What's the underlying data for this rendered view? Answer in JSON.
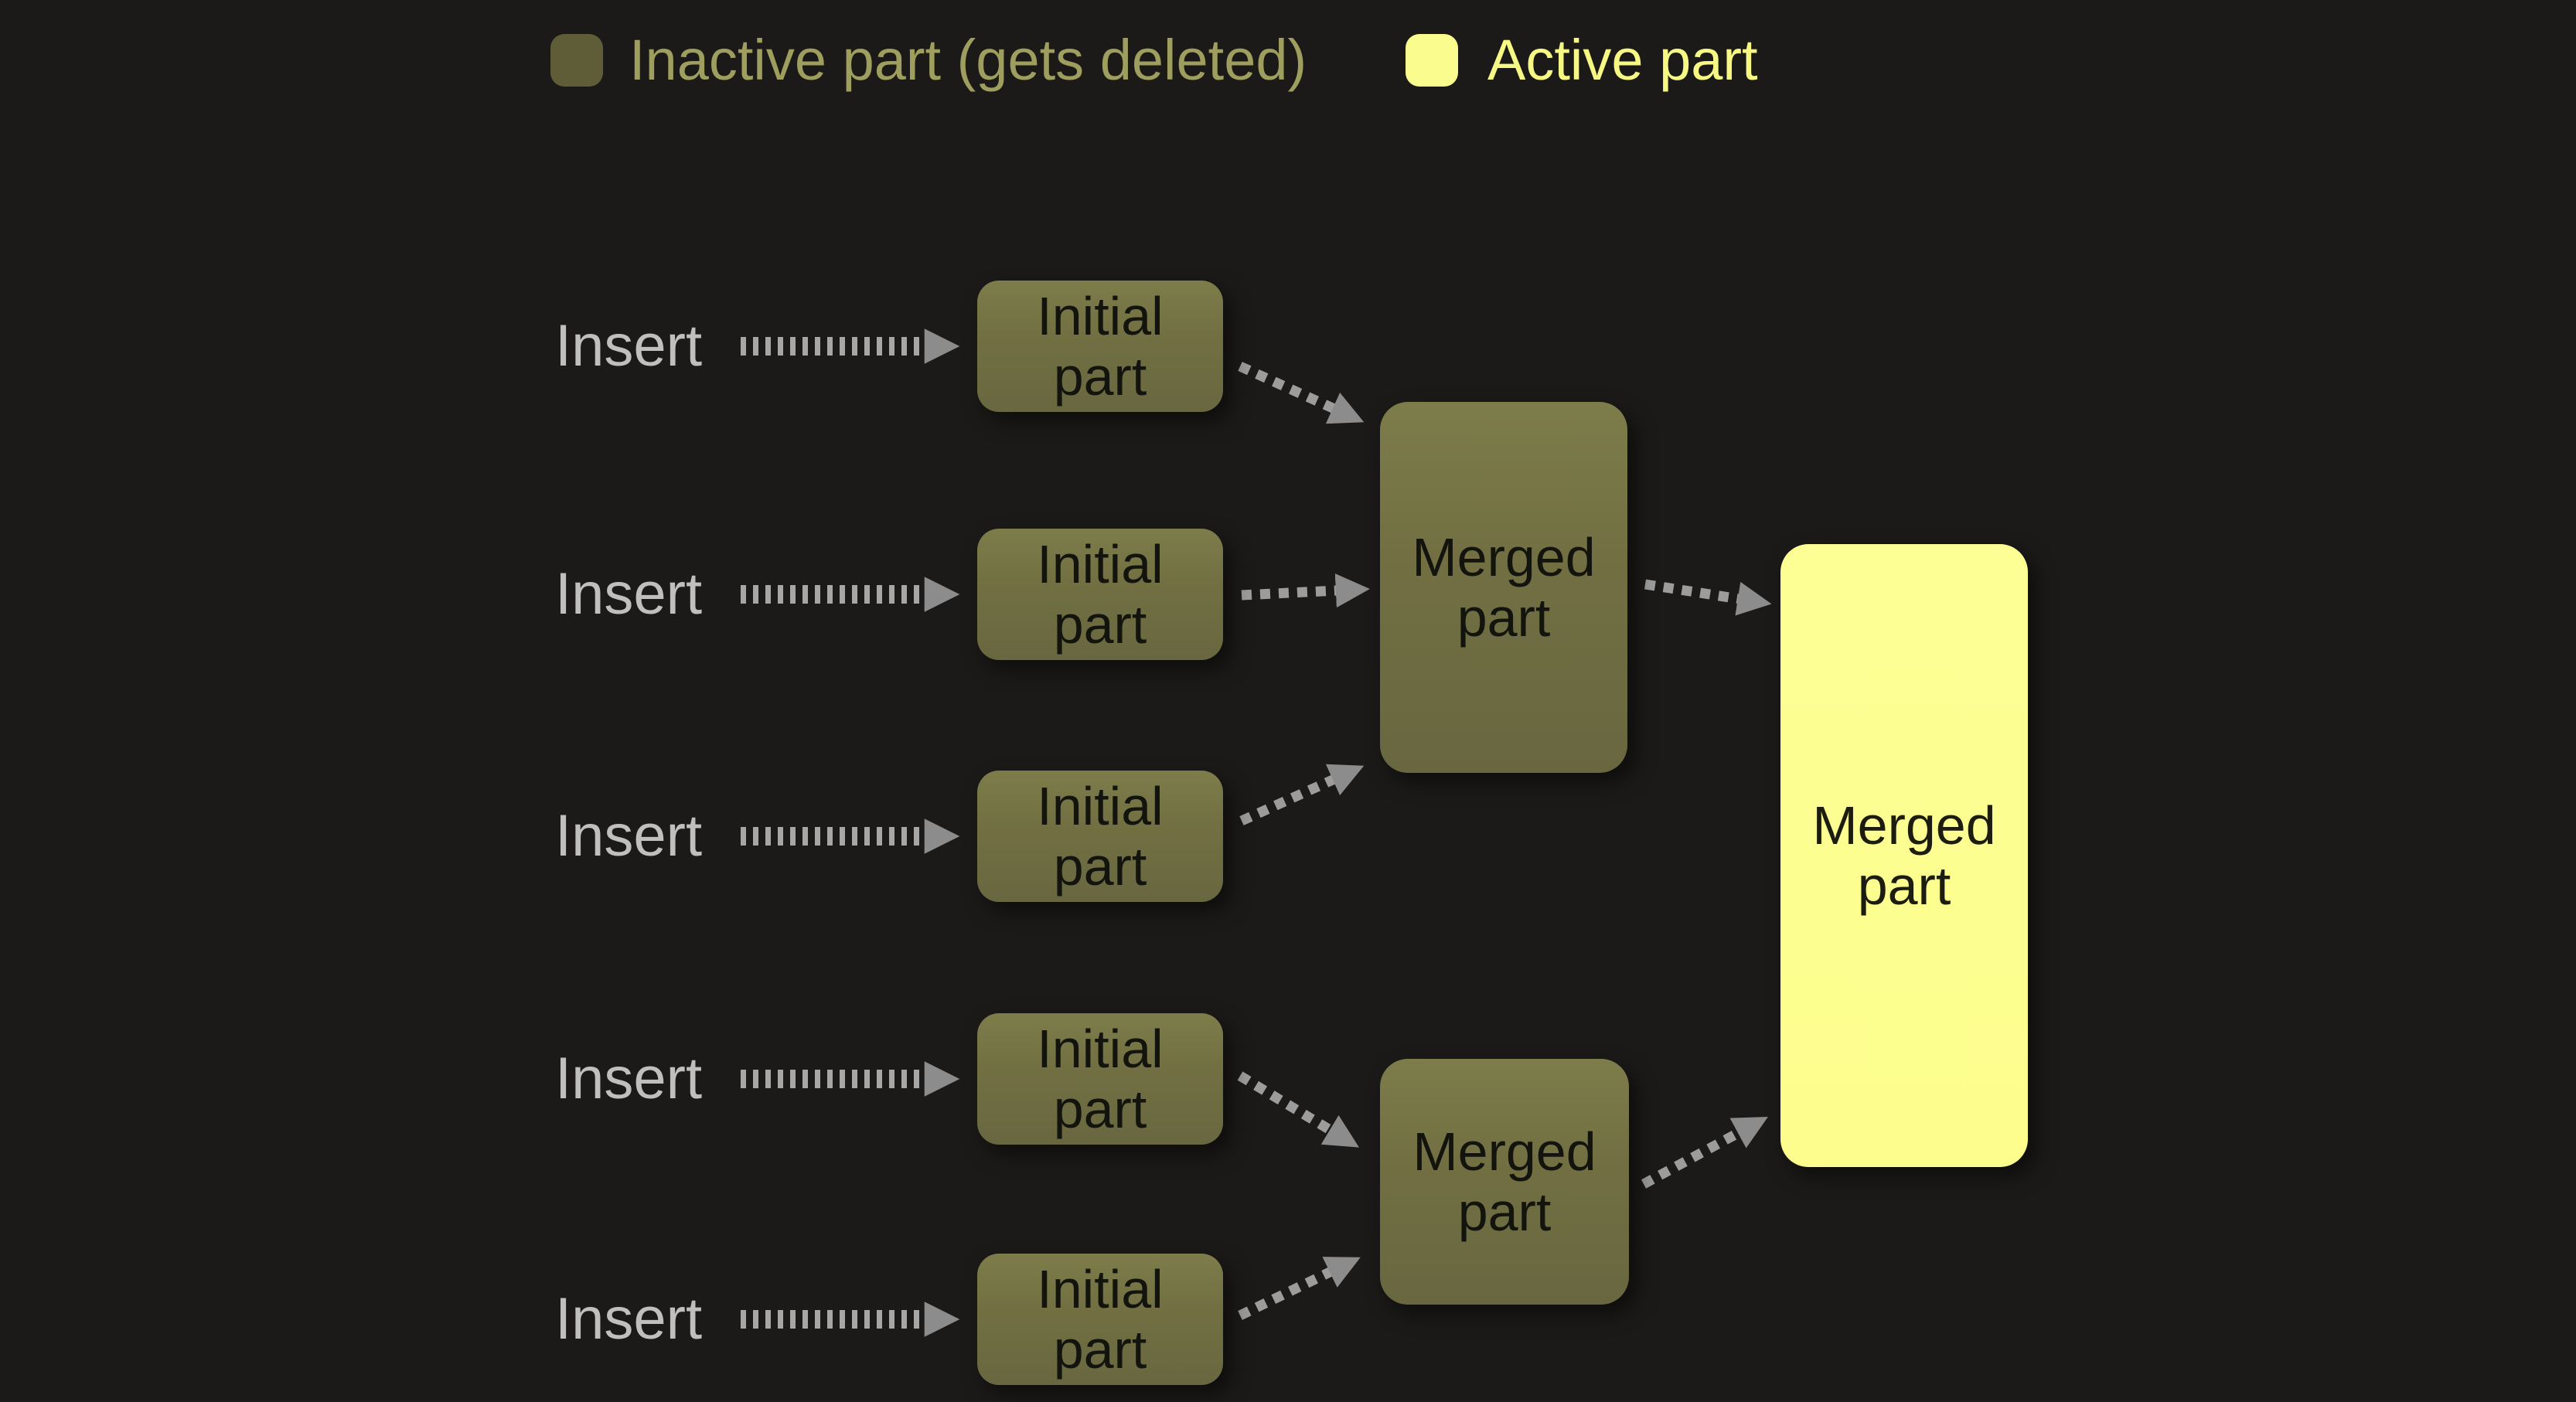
{
  "legend": {
    "items": [
      {
        "id": "inactive",
        "label": "Inactive part (gets deleted)",
        "swatch_color": "#5e5d37",
        "text_color": "#9e9e5e"
      },
      {
        "id": "active",
        "label": "Active part",
        "swatch_color": "#fbfc8e",
        "text_color": "#f6f883"
      }
    ]
  },
  "labels": {
    "insert": "Insert",
    "initial_line1": "Initial",
    "initial_line2": "part",
    "merged_line1": "Merged",
    "merged_line2": "part"
  },
  "structure": {
    "insert_rows": 5,
    "initial_parts": 5,
    "intermediate_merged_parts": 2,
    "final_merged_parts": 1
  },
  "colors": {
    "background": "#1b1a18",
    "inactive_box_fill": "#717243",
    "active_box_fill": "#fcfd8c",
    "box_label_text": "#14140f",
    "insert_label_text": "#bfbfbf",
    "arrow_dash": "#a0a0a0",
    "arrow_head": "#8c8c8c"
  }
}
